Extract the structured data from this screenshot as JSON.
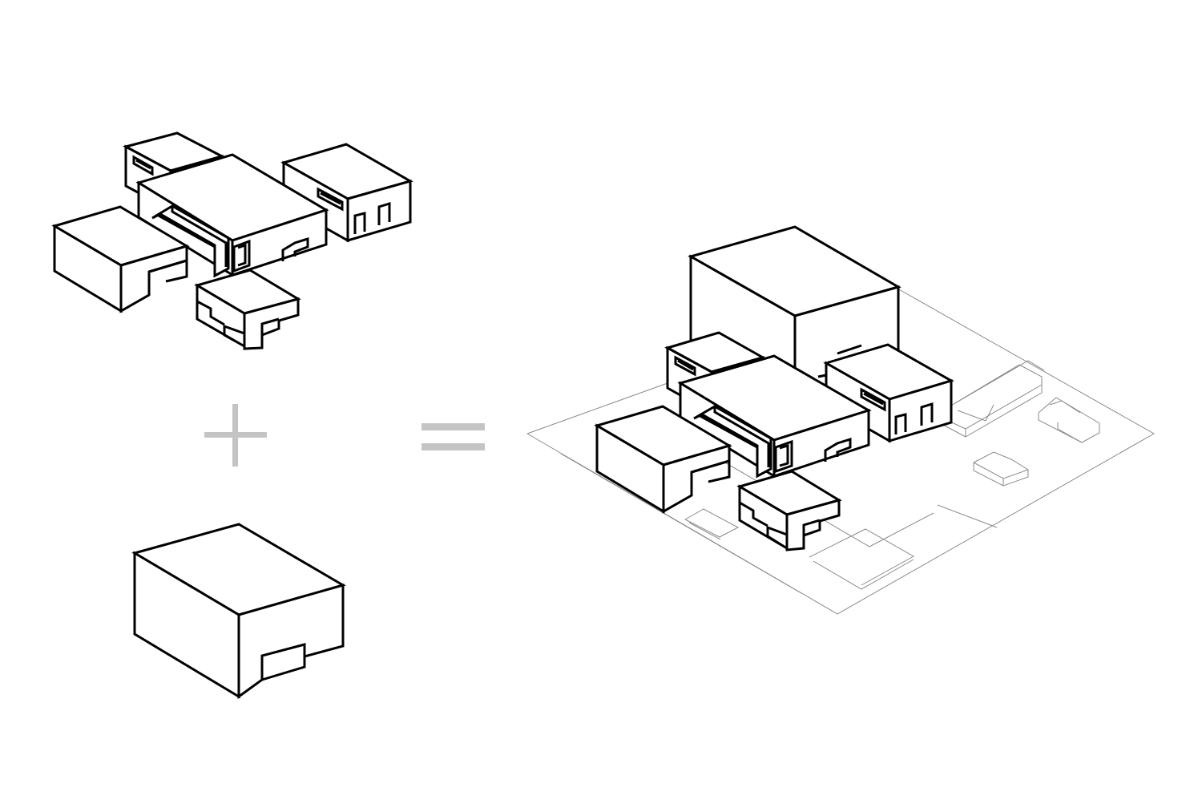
{
  "figure": {
    "colors": {
      "line": "#000000",
      "context_line": "#8a8a8a",
      "operator": "#c4c4c4",
      "background": "#ffffff"
    },
    "operators": [
      "plus-sign",
      "equals-sign"
    ],
    "parts": [
      "existing-buildings-cluster",
      "added-volume",
      "combined-site-model"
    ]
  }
}
